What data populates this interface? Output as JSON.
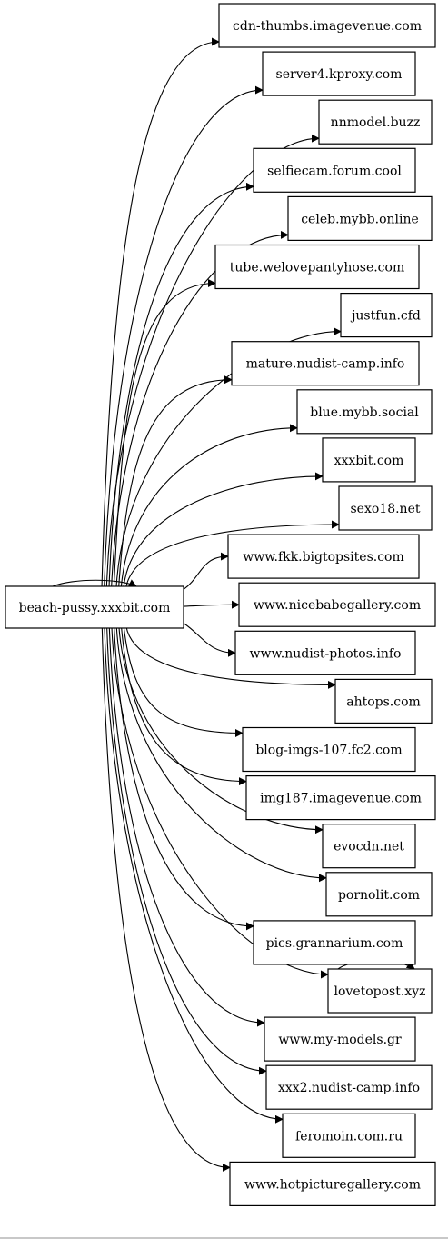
{
  "graph": {
    "source": "beach-pussy.xxxbit.com",
    "targets": [
      "cdn-thumbs.imagevenue.com",
      "server4.kproxy.com",
      "nnmodel.buzz",
      "selfiecam.forum.cool",
      "celeb.mybb.online",
      "tube.welovepantyhose.com",
      "justfun.cfd",
      "mature.nudist-camp.info",
      "blue.mybb.social",
      "xxxbit.com",
      "sexo18.net",
      "www.fkk.bigtopsites.com",
      "www.nicebabegallery.com",
      "www.nudist-photos.info",
      "ahtops.com",
      "blog-imgs-107.fc2.com",
      "img187.imagevenue.com",
      "evocdn.net",
      "pornolit.com",
      "pics.grannarium.com",
      "lovetopost.xyz",
      "www.my-models.gr",
      "xxx2.nudist-camp.info",
      "feromoin.com.ru",
      "www.hotpicturegallery.com"
    ],
    "self_loops": [
      "beach-pussy.xxxbit.com",
      "lovetopost.xyz"
    ],
    "colors": {
      "stroke": "#000000",
      "fill": "#ffffff"
    }
  }
}
